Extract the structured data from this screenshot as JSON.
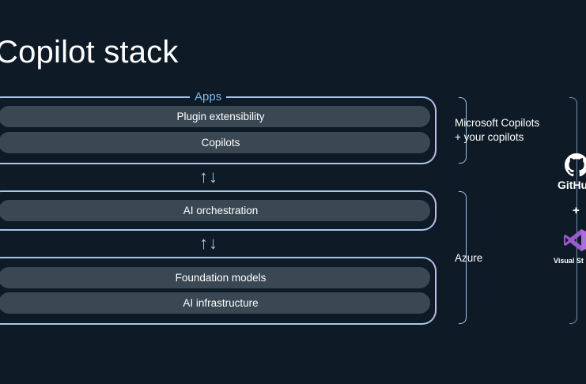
{
  "title": "Copilot stack",
  "groups": {
    "apps": {
      "label": "Apps",
      "layers": [
        "Plugin extensibility",
        "Copilots"
      ]
    },
    "orchestration": {
      "layers": [
        "AI orchestration"
      ]
    },
    "foundation": {
      "layers": [
        "Foundation models",
        "AI infrastructure"
      ]
    }
  },
  "arrows": "↑↓",
  "brackets": {
    "copilots_line1": "Microsoft Copilots",
    "copilots_line2": "+ your copilots",
    "azure": "Azure"
  },
  "tools": {
    "github": "GitHu",
    "plus": "+",
    "visual_studio": "Visual St"
  },
  "icons": [
    "github-icon",
    "visual-studio-icon"
  ],
  "colors": {
    "background": "#0e1b26",
    "border": "#a9c6e8",
    "layer": "#3a4853",
    "apps_label": "#7fb6e8"
  }
}
